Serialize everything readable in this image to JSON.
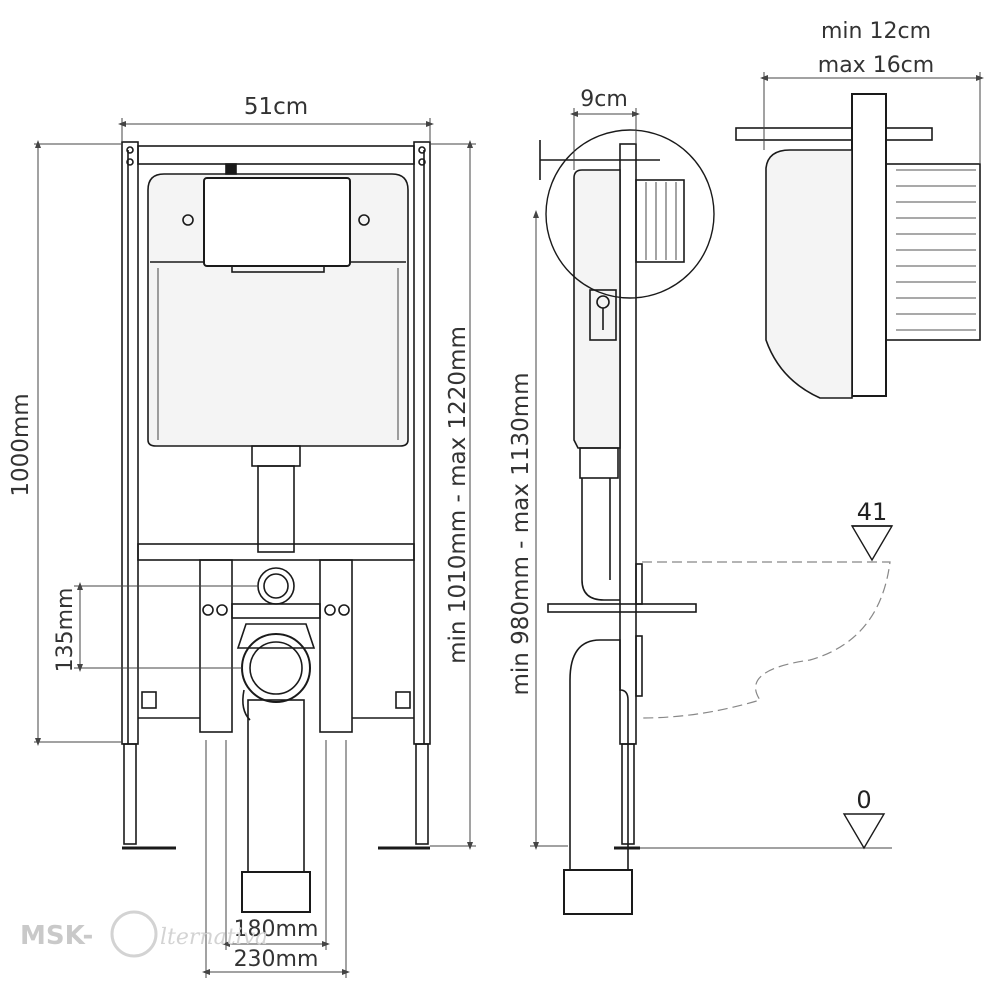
{
  "dimensions": {
    "width": "51cm",
    "height": "1000mm",
    "total_height": "min 1010mm - max 1220mm",
    "side_height": "min 980mm - max 1130mm",
    "depth": "9cm",
    "detail_depth_min": "min 12cm",
    "detail_depth_max": "max 16cm",
    "outlet_spacing": "135mm",
    "leg_width_inner": "180mm",
    "leg_width_outer": "230mm"
  },
  "levels": {
    "upper": "41",
    "ground": "0"
  },
  "watermark": {
    "brand": "MSK-",
    "suffix": "lternativa"
  },
  "colors": {
    "line": "#1a1a1a",
    "dim_line": "#444444",
    "fill_dark": "#e6e6e6",
    "dashed": "#888888"
  }
}
